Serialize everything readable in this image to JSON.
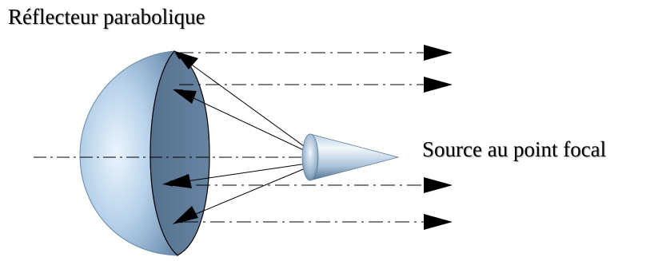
{
  "diagram": {
    "reflector_label": "Réflecteur parabolique",
    "source_label": "Source au point focal"
  },
  "colors": {
    "reflector_light": "#e4f2fc",
    "reflector_mid": "#a9c6e2",
    "reflector_dark": "#6f8fb0",
    "reflector_face": "#5f7b99",
    "cone_light": "#eef6fb",
    "cone_dark": "#5d7c99",
    "line": "#000000"
  },
  "icons": {
    "reflector": "paraboloid-reflector",
    "source": "cone-light-source",
    "arrowhead": "filled-triangle-arrow"
  }
}
